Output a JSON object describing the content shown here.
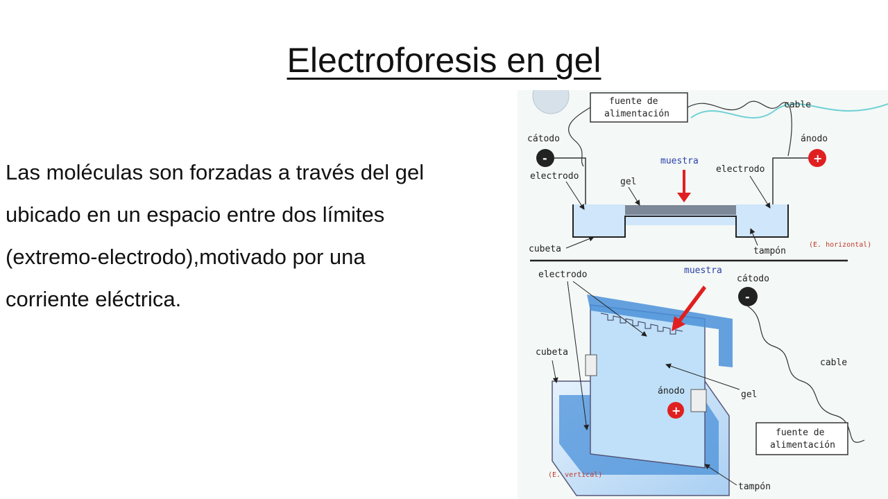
{
  "title": "Electroforesis en gel",
  "body_lines": [
    "Las moléculas son forzadas a través del gel",
    "ubicado en un espacio entre dos límites",
    "(extremo-electrodo),motivado por una",
    "corriente eléctrica."
  ],
  "diagram": {
    "horizontal": {
      "fuente": [
        "fuente de",
        "alimentación"
      ],
      "cable": "cable",
      "catodo": "cátodo",
      "anodo": "ánodo",
      "electrodo_left": "electrodo",
      "electrodo_right": "electrodo",
      "muestra": "muestra",
      "gel": "gel",
      "cubeta": "cubeta",
      "tampon": "tampón",
      "tag": "(E. horizontal)",
      "minus": "-",
      "plus": "+"
    },
    "vertical": {
      "electrodo": "electrodo",
      "muestra": "muestra",
      "catodo": "cátodo",
      "cubeta": "cubeta",
      "cable": "cable",
      "gel": "gel",
      "anodo": "ánodo",
      "fuente": [
        "fuente de",
        "alimentación"
      ],
      "tag": "(E. vertical)",
      "tampon": "tampón",
      "minus": "-",
      "plus": "+"
    }
  },
  "colors": {
    "buffer": "#cfe6fb",
    "gel": "#4a90d9",
    "arrow": "#e02020",
    "electrode": "#e02020",
    "cathode": "#222222"
  }
}
